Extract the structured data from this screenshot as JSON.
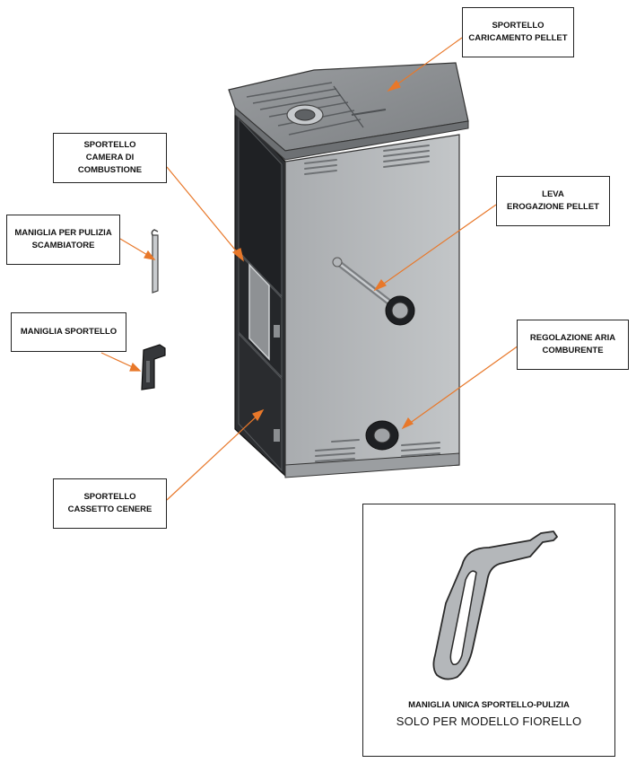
{
  "labels": {
    "sportello_caricamento": [
      "SPORTELLO",
      "CARICAMENTO PELLET"
    ],
    "sportello_camera": [
      "SPORTELLO",
      "CAMERA DI",
      "COMBUSTIONE"
    ],
    "maniglia_pulizia": [
      "MANIGLIA PER PULIZIA",
      "SCAMBIATORE"
    ],
    "maniglia_sportello": [
      "MANIGLIA SPORTELLO"
    ],
    "leva_erogazione": [
      "LEVA",
      "EROGAZIONE PELLET"
    ],
    "regolazione_aria": [
      "REGOLAZIONE ARIA",
      "COMBURENTE"
    ],
    "sportello_cassetto": [
      "SPORTELLO",
      "CASSETTO CENERE"
    ]
  },
  "inset": {
    "title": "MANIGLIA UNICA SPORTELLO-PULIZIA",
    "subtitle": "SOLO PER MODELLO FIORELLO"
  },
  "colors": {
    "leader": "#e8782a",
    "stove_side": "#b9bcbf",
    "stove_front_dark": "#2b2d30",
    "stove_top": "#8a8d90",
    "outline": "#222222"
  },
  "icons": [
    "stove-illustration",
    "cleaning-handle-icon",
    "door-handle-icon",
    "combined-handle-icon"
  ]
}
